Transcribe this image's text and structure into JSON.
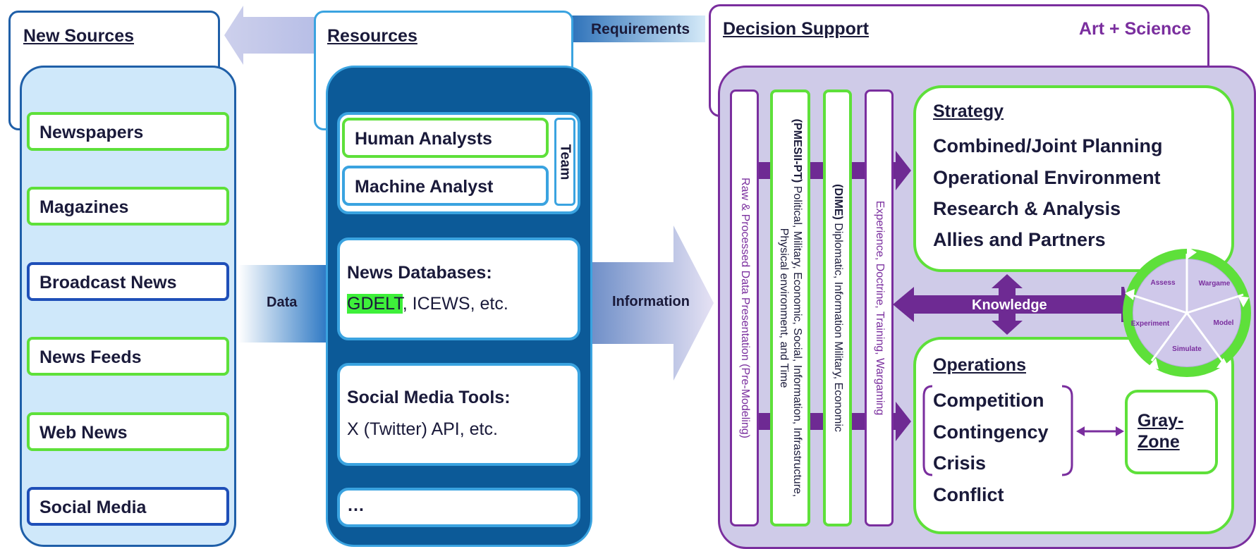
{
  "new_sources": {
    "title": "New Sources",
    "items": [
      {
        "label": "Newspapers",
        "style": "green"
      },
      {
        "label": "Magazines",
        "style": "green"
      },
      {
        "label": "Broadcast News",
        "style": "blue"
      },
      {
        "label": "News Feeds",
        "style": "green"
      },
      {
        "label": "Web News",
        "style": "green"
      },
      {
        "label": "Social Media",
        "style": "blue"
      }
    ]
  },
  "arrows": {
    "requirements": "Requirements",
    "data": "Data",
    "information": "Information",
    "knowledge": "Knowledge"
  },
  "resources": {
    "title": "Resources",
    "human_analysts": "Human Analysts",
    "machine_analyst": "Machine Analyst",
    "team": "Team",
    "news_db_title": "News Databases:",
    "news_db_highlight": "GDELT",
    "news_db_rest": ", ICEWS, etc.",
    "social_title": "Social Media Tools:",
    "social_text": "X (Twitter) API, etc.",
    "more": "…"
  },
  "decision_support": {
    "title": "Decision Support",
    "tagline": "Art + Science",
    "bars": {
      "raw": "Raw & Processed Data Presentation  (Pre-Modeling)",
      "pmesii_bold": "(PMESII-PT)",
      "pmesii_line1": " Political, Military, Economic, Social, Information, Infrastructure,",
      "pmesii_line2": "Physical environment, and Time",
      "dime_bold": "(DIME)",
      "dime_text": " Diplomatic, Information Military, Economic",
      "experience": "Experience, Doctrine, Training, Wargaming"
    },
    "strategy": {
      "title": "Strategy",
      "items": [
        "Combined/Joint Planning",
        "Operational Environment",
        "Research & Analysis",
        "Allies and Partners"
      ]
    },
    "operations": {
      "title": "Operations",
      "items": [
        "Competition",
        "Contingency",
        "Crisis",
        "Conflict"
      ],
      "gray_zone_line1": "Gray-",
      "gray_zone_line2": "Zone"
    },
    "cycle": [
      "Assess",
      "Wargame",
      "Model",
      "Simulate",
      "Experiment"
    ]
  },
  "colors": {
    "green": "#5ee03a",
    "blue": "#1f4fb8",
    "purple": "#7a2e9e",
    "light_blue": "#cfe8fa",
    "dark_blue": "#0c5a98",
    "lavender": "#cfcbe8"
  }
}
